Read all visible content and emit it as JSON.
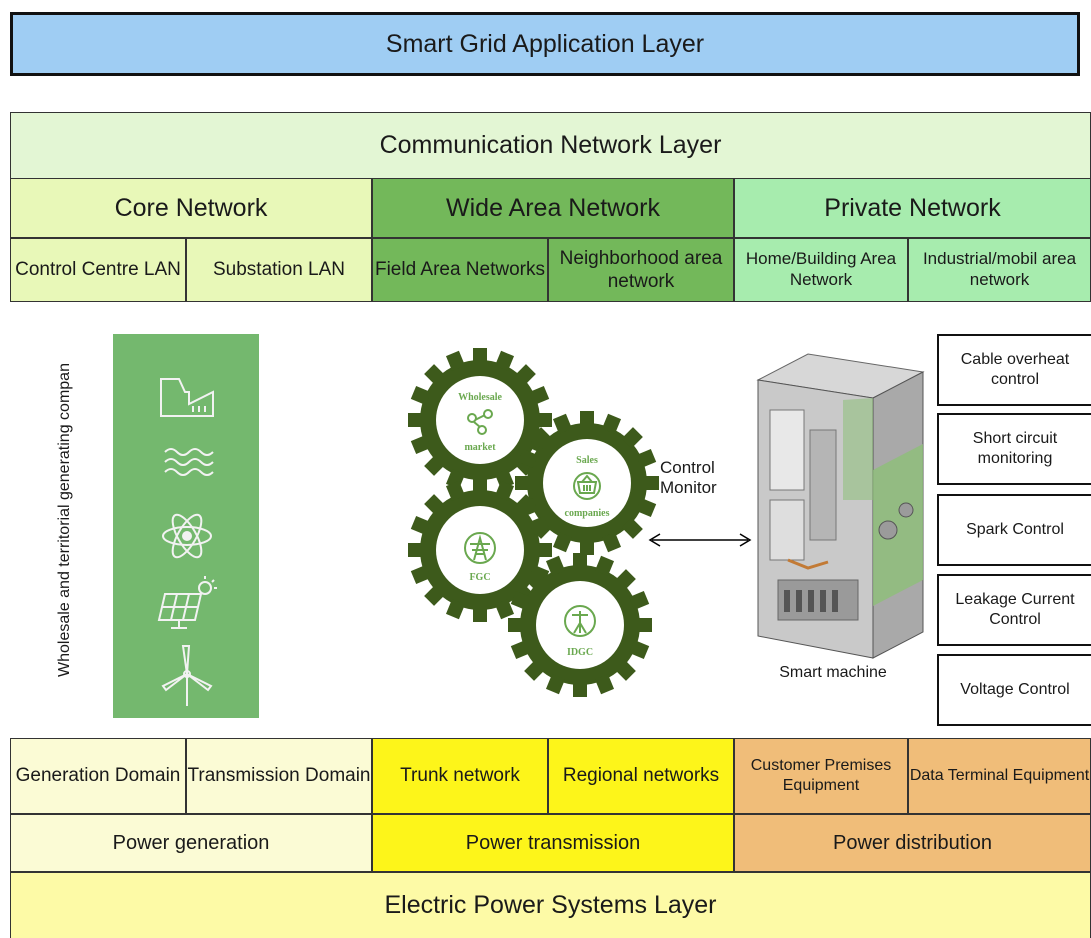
{
  "application_layer": "Smart Grid Application Layer",
  "communication_layer": "Communication Network Layer",
  "networks": [
    {
      "label": "Core Network",
      "subs": [
        "Control Centre LAN",
        "Substation LAN"
      ]
    },
    {
      "label": "Wide Area Network",
      "subs": [
        "Field Area Networks",
        "Neighborhood area network"
      ]
    },
    {
      "label": "Private Network",
      "subs": [
        "Home/Building Area Network",
        "Industrial/mobil area network"
      ]
    }
  ],
  "generating_label": "Wholesale and territorial generating compan",
  "generation_icons": [
    "factory-icon",
    "water-waves-icon",
    "atom-icon",
    "solar-panel-icon",
    "wind-turbine-icon"
  ],
  "gears": [
    {
      "label_top": "Wholesale",
      "label_bottom": "market",
      "icon": "network-nodes-icon"
    },
    {
      "label_top": "Sales",
      "label_bottom": "companies",
      "icon": "basket-icon"
    },
    {
      "label_top": "",
      "label_bottom": "FGC",
      "icon": "transmission-tower-icon"
    },
    {
      "label_top": "",
      "label_bottom": "IDGC",
      "icon": "power-pole-icon"
    }
  ],
  "control_monitor": "Control Monitor",
  "smart_machine": "Smart machine",
  "controls": [
    "Cable overheat control",
    "Short circuit monitoring",
    "Spark Control",
    "Leakage Current Control",
    "Voltage Control"
  ],
  "domains": [
    "Generation Domain",
    "Transmission Domain",
    "Trunk network",
    "Regional networks",
    "Customer Premises Equipment",
    "Data Terminal Equipment"
  ],
  "power_sections": [
    "Power generation",
    "Power transmission",
    "Power distribution"
  ],
  "power_layer": "Electric Power Systems Layer",
  "colors": {
    "application": "#9fcdf3",
    "communication": "#e3f6d4",
    "core": "#e8f8b8",
    "wide_area": "#73b85a",
    "private": "#a7ecae",
    "generation": "#fbfbd5",
    "transmission": "#fdf51a",
    "distribution": "#f0bd79",
    "power_layer": "#fdfaa6",
    "gear": "#3d5a1b"
  }
}
